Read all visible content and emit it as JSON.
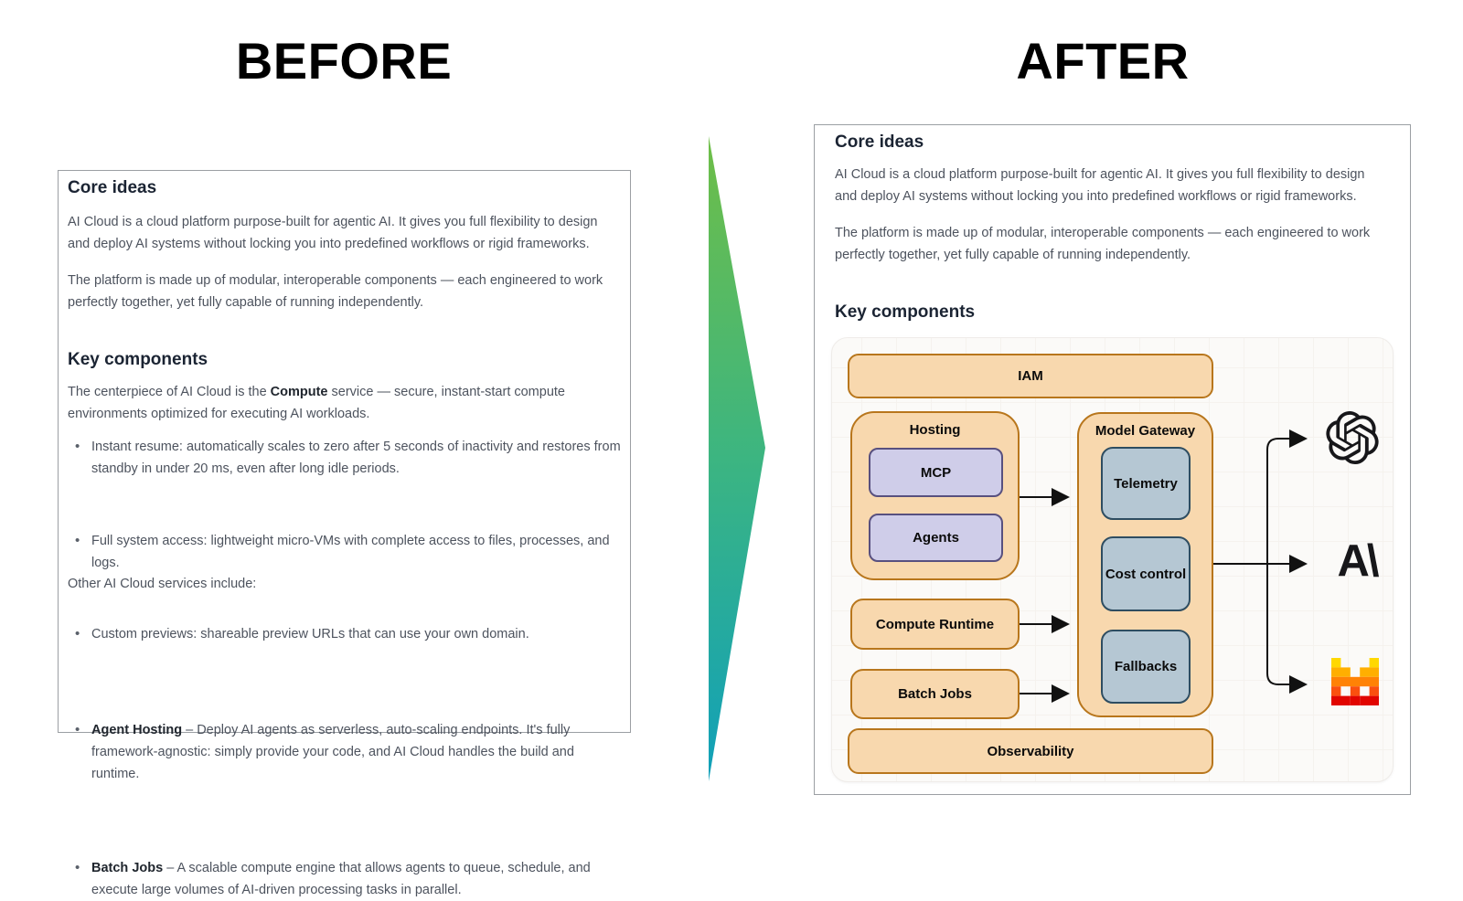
{
  "titles": {
    "before": "BEFORE",
    "after": "AFTER"
  },
  "doc": {
    "core_heading": "Core ideas",
    "p1": [
      "AI Cloud is a cloud platform purpose-built for agentic AI. It gives you full flexibility to design",
      "and deploy AI systems without locking you into predefined workflows or rigid frameworks."
    ],
    "p2": [
      "The platform is made up of modular, interoperable components — each engineered to work",
      "perfectly together, yet fully capable of running independently."
    ],
    "key_heading": "Key components",
    "key_intro": {
      "pre": "The centerpiece of AI Cloud is the ",
      "bold": "Compute",
      "post": " service — secure, instant-start compute",
      "line2": "environments optimized for executing AI workloads."
    },
    "bullets": [
      [
        "Instant resume: automatically scales to zero after 5 seconds of inactivity and restores from",
        "standby in under 20 ms, even after long idle periods."
      ],
      [
        "Full system access: lightweight micro-VMs with complete access to files, processes, and",
        "logs."
      ],
      [
        "Custom previews: shareable preview URLs that can use your own domain."
      ]
    ],
    "other_services": "Other AI Cloud services include:",
    "services": [
      {
        "bold": "Agent Hosting",
        "lines": [
          " – Deploy AI agents as serverless, auto-scaling endpoints. It's fully",
          "framework-agnostic: simply provide your code, and AI Cloud handles the build and",
          "runtime."
        ]
      },
      {
        "bold": "Batch Jobs",
        "lines": [
          " – A scalable compute engine that allows agents to queue, schedule, and",
          "execute large volumes of AI-driven processing tasks in parallel."
        ]
      }
    ]
  },
  "diagram": {
    "iam": "IAM",
    "hosting": "Hosting",
    "mcp": "MCP",
    "agents": "Agents",
    "model_gateway": "Model Gateway",
    "telemetry": "Telemetry",
    "cost_control": "Cost control",
    "fallbacks": "Fallbacks",
    "compute_runtime": "Compute Runtime",
    "batch_jobs": "Batch Jobs",
    "observability": "Observability",
    "providers": [
      {
        "name": "OpenAI",
        "icon": "openai-logo"
      },
      {
        "name": "Anthropic",
        "icon": "anthropic-logo",
        "glyph": "A\\"
      },
      {
        "name": "Mistral",
        "icon": "mistral-logo"
      }
    ]
  },
  "colors": {
    "orange_fill": "#f8d8ae",
    "orange_border": "#b8761c",
    "purple_fill": "#cfcde9",
    "purple_border": "#58507f",
    "blue_fill": "#b5c7d3",
    "blue_border": "#2e4d61",
    "heading_text": "#1b2433",
    "body_text": "#4d535e",
    "arrow_gradient_top": "#6fbe47",
    "arrow_gradient_bottom": "#10a0ba",
    "mistral_palette": [
      "#ffd800",
      "#ffaf00",
      "#ff8205",
      "#fa500f",
      "#e10500"
    ]
  }
}
